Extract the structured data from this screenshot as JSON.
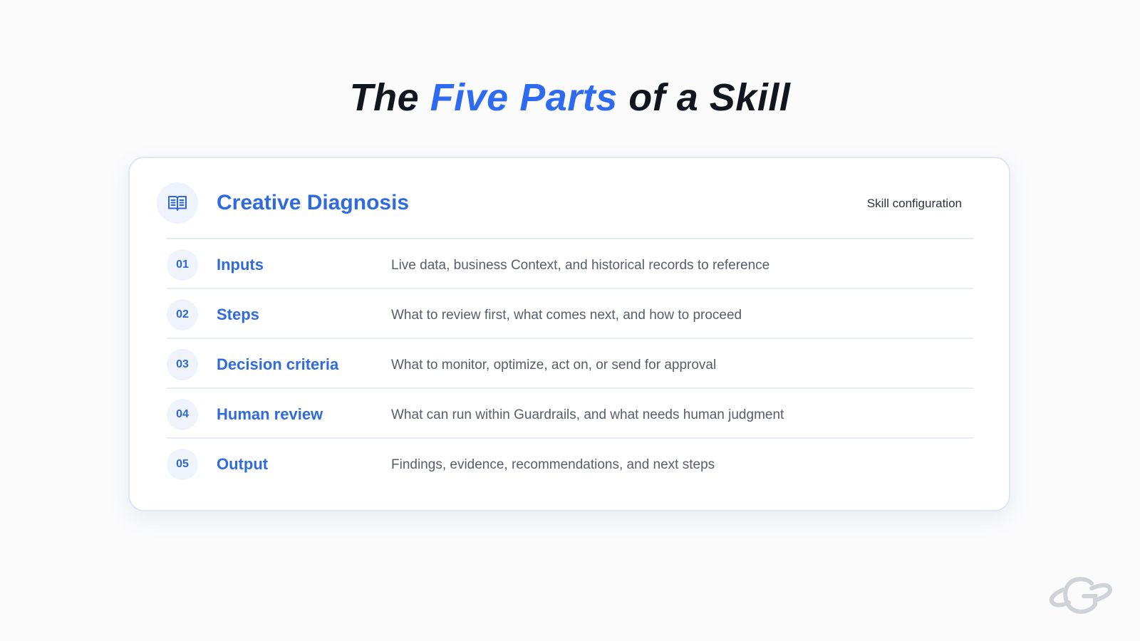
{
  "title": {
    "prefix": "The ",
    "accent": "Five Parts",
    "suffix": " of a Skill"
  },
  "card": {
    "icon": "book-icon",
    "title": "Creative Diagnosis",
    "tag": "Skill configuration",
    "rows": [
      {
        "number": "01",
        "label": "Inputs",
        "description": "Live data, business Context, and historical records to reference"
      },
      {
        "number": "02",
        "label": "Steps",
        "description": "What to review first, what comes next, and how to proceed"
      },
      {
        "number": "03",
        "label": "Decision criteria",
        "description": "What to monitor, optimize, act on, or send for approval"
      },
      {
        "number": "04",
        "label": "Human review",
        "description": "What can run within Guardrails, and what needs human judgment"
      },
      {
        "number": "05",
        "label": "Output",
        "description": "Findings, evidence, recommendations, and next steps"
      }
    ]
  },
  "logo": {
    "icon": "brand-logo-icon"
  },
  "colors": {
    "accent": "#2f6bf0",
    "title_text": "#12161f",
    "description_text": "#565d6b",
    "badge_background": "#eef3fc",
    "background": "#fbfbfc"
  }
}
